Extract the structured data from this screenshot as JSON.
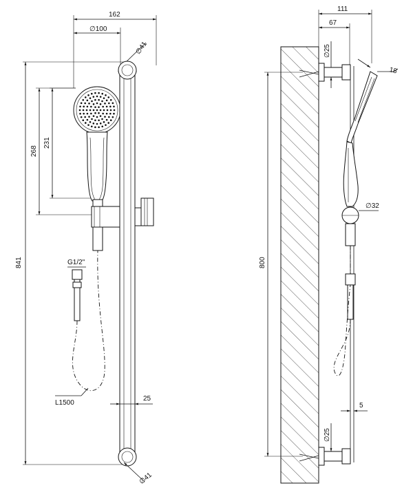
{
  "front_view": {
    "dim_width_total": "162",
    "dim_head_diameter": "∅100",
    "dim_bar_diameter_top": "∅41",
    "dim_bar_diameter_bottom": "∅41",
    "dim_height_268": "268",
    "dim_height_231": "231",
    "dim_height_841": "841",
    "dim_thread": "G1/2\"",
    "dim_hose_length": "L1500",
    "dim_rail_25": "25"
  },
  "side_view": {
    "dim_depth_111": "111",
    "dim_depth_67": "67",
    "dim_bracket_25_top": "∅25",
    "dim_bracket_25_bottom": "∅25",
    "dim_head_18": "18",
    "dim_slider_32": "∅32",
    "dim_height_800": "800",
    "dim_gap_5": "5"
  }
}
